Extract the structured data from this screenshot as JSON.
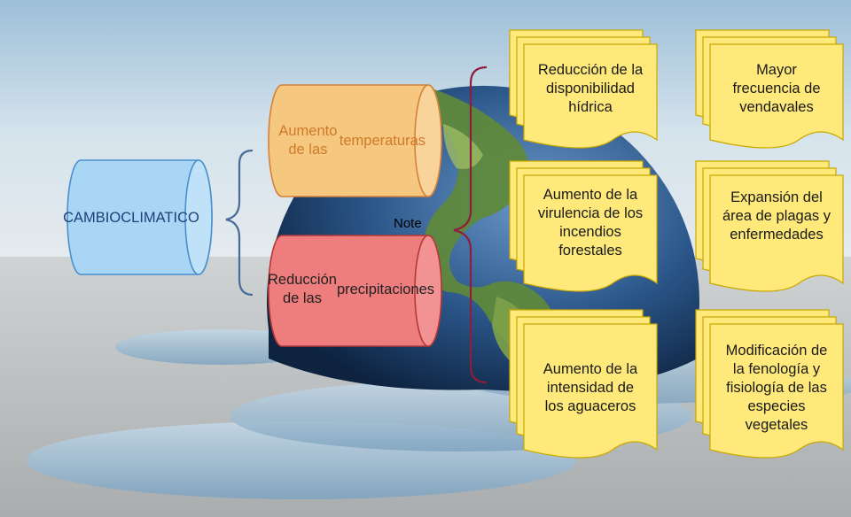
{
  "root": {
    "label_lines": [
      "CAMBIO",
      "CLIMATICO"
    ]
  },
  "causes": [
    {
      "label_lines": [
        "Aumento de las",
        "temperaturas"
      ]
    },
    {
      "label_lines": [
        "Reducción de las",
        "precipitaciones"
      ]
    }
  ],
  "note": "Note",
  "effects": [
    {
      "label_lines": [
        "Reducción de la",
        "disponibilidad",
        "hídrica"
      ]
    },
    {
      "label_lines": [
        "Mayor",
        "frecuencia de",
        "vendavales"
      ]
    },
    {
      "label_lines": [
        "Aumento de la",
        "virulencia de los",
        "incendios",
        "forestales"
      ]
    },
    {
      "label_lines": [
        "Expansión del",
        "área de plagas y",
        "enfermedades"
      ]
    },
    {
      "label_lines": [
        "Aumento de la",
        "intensidad de",
        "los aguaceros"
      ]
    },
    {
      "label_lines": [
        "Modificación de",
        "la fenología y",
        "fisiología de las",
        "especies",
        "vegetales"
      ]
    }
  ],
  "colors": {
    "root_fill": "#a9d6f5",
    "root_stroke": "#4a8fcf",
    "temp_fill": "#f6c77f",
    "temp_stroke": "#d4813a",
    "precip_fill": "#ee7d7d",
    "precip_stroke": "#b53838",
    "note_fill": "#ffe97a",
    "note_stroke": "#c9a800",
    "brace_left": "#4a6a9a",
    "brace_right": "#8e1e3c"
  }
}
